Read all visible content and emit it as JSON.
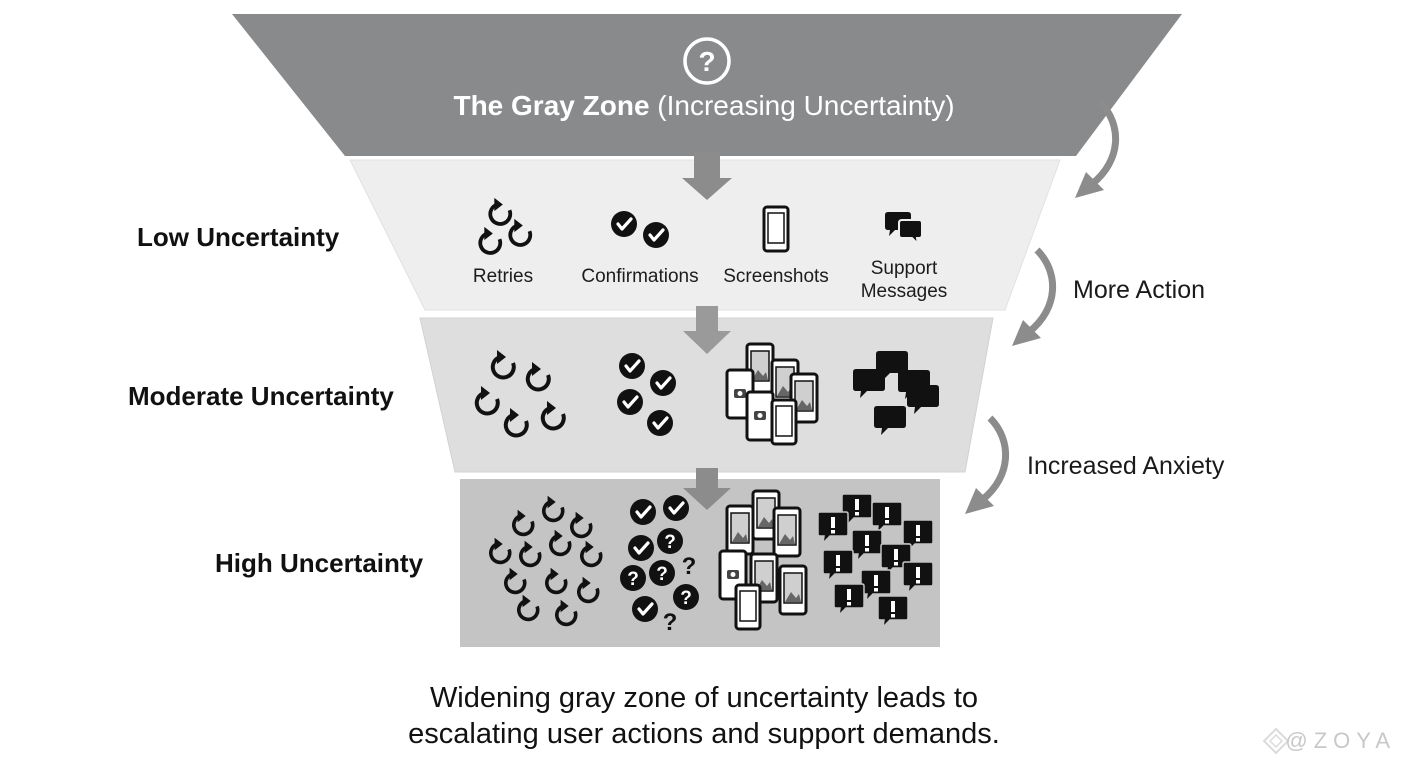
{
  "header": {
    "title_bold": "The Gray Zone",
    "title_rest": "(Increasing Uncertainty)",
    "icon": "question-circle-icon"
  },
  "levels": [
    {
      "label": "Low Uncertainty"
    },
    {
      "label": "Moderate Uncertainty"
    },
    {
      "label": "High Uncertainty"
    }
  ],
  "icon_columns": [
    {
      "label": "Retries",
      "icon": "refresh-icon"
    },
    {
      "label": "Confirmations",
      "icon": "check-circle-icon"
    },
    {
      "label": "Screenshots",
      "icon": "smartphone-icon"
    },
    {
      "label_lines": [
        "Support",
        "Messages"
      ],
      "icon": "chat-bubbles-icon"
    }
  ],
  "side_labels": {
    "more_action": "More Action",
    "increased_anxiety": "Increased Anxiety"
  },
  "caption": {
    "line1": "Widening gray zone of uncertainty leads to",
    "line2": "escalating user actions and support demands."
  },
  "watermark": "@ZOYA",
  "colors": {
    "top_band": "#888a8c",
    "low_band": "#eeeeee",
    "moderate_band": "#dedede",
    "high_band": "#c4c4c4",
    "arrow": "#8c8c8c",
    "icon": "#111111"
  }
}
